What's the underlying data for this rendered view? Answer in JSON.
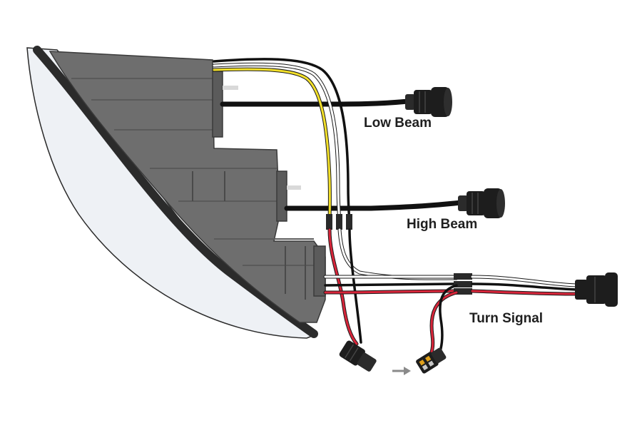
{
  "diagram": {
    "labels": {
      "low_beam": "Low Beam",
      "high_beam": "High Beam",
      "turn_signal": "Turn Signal"
    },
    "colors": {
      "lens": "#eef1f5",
      "housing": "#6e6e6e",
      "housing_dark": "#3f3f3f",
      "wire_black": "#111111",
      "wire_red": "#d8253a",
      "wire_yellow": "#f3e02a",
      "wire_white": "#ffffff",
      "wire_outline": "#1a1a1a",
      "connector": "#1d1d1d",
      "arrow": "#8a8a8a"
    },
    "icons": {
      "low_beam_connector": "round-plug-connector-icon",
      "high_beam_connector": "round-plug-connector-icon",
      "turn_signal_connector": "three-pin-plug-connector-icon",
      "male_connector": "bullet-connector-male-icon",
      "female_connector": "bullet-connector-female-icon",
      "arrow": "arrow-right-icon"
    }
  }
}
